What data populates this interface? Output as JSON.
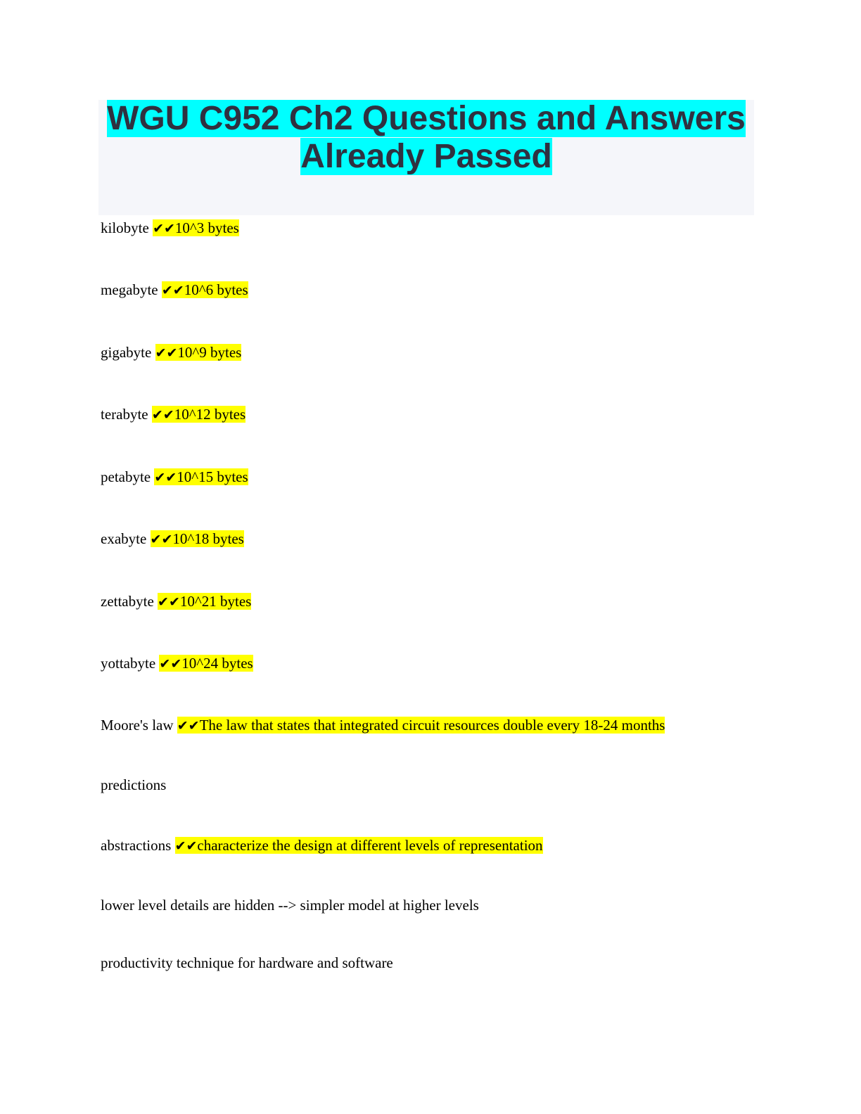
{
  "title": "WGU C952 Ch2 Questions and Answers Already Passed",
  "check_mark": "✔✔",
  "accent_colors": {
    "title_highlight": "#00ffff",
    "answer_highlight": "#ffff00"
  },
  "items": [
    {
      "term": "kilobyte",
      "answer": "10^3 bytes"
    },
    {
      "term": "megabyte",
      "answer": "10^6 bytes"
    },
    {
      "term": "gigabyte",
      "answer": "10^9 bytes"
    },
    {
      "term": "terabyte",
      "answer": "10^12 bytes"
    },
    {
      "term": "petabyte",
      "answer": "10^15 bytes"
    },
    {
      "term": "exabyte",
      "answer": "10^18 bytes"
    },
    {
      "term": "zettabyte",
      "answer": "10^21 bytes"
    },
    {
      "term": "yottabyte",
      "answer": "10^24 bytes"
    },
    {
      "term": "Moore's law",
      "answer": "The law that states that integrated circuit resources double every 18-24 months"
    },
    {
      "text": "predictions"
    },
    {
      "term": "abstractions",
      "answer": "characterize the design at different levels of representation"
    },
    {
      "text": "lower level details are hidden --> simpler model at higher levels"
    },
    {
      "text": "productivity technique for hardware and software"
    }
  ]
}
